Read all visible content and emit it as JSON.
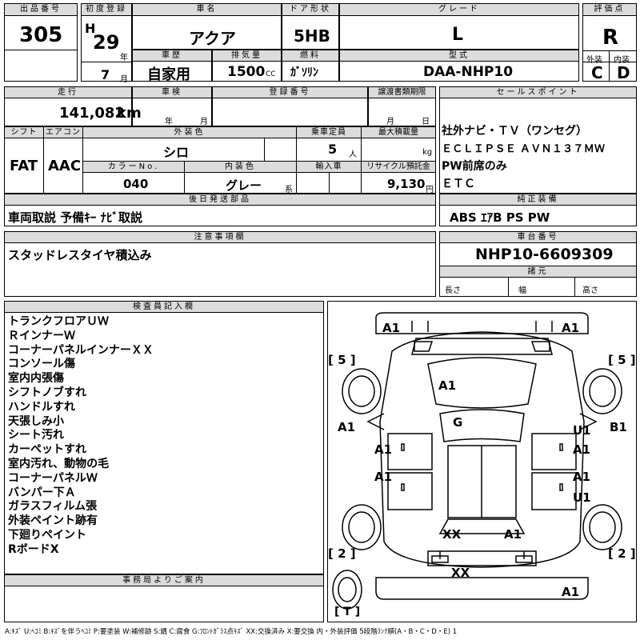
{
  "lot": {
    "label": "出品番号",
    "value": "305"
  },
  "first_reg": {
    "label": "初度登録",
    "era": "H",
    "year": "29",
    "year_unit": "年",
    "month": "7",
    "month_unit": "月"
  },
  "car_name": {
    "label": "車名",
    "value": "アクア"
  },
  "door": {
    "label": "ドア形状",
    "value": "5HB"
  },
  "grade": {
    "label": "グレード",
    "value": "L"
  },
  "score": {
    "label": "評価点",
    "value": "R"
  },
  "history": {
    "label": "車歴",
    "value": "自家用"
  },
  "displacement": {
    "label": "排気量",
    "value": "1500",
    "unit": "CC"
  },
  "fuel": {
    "label": "燃料",
    "value": "ｶﾞｿﾘﾝ"
  },
  "model": {
    "label": "型式",
    "value": "DAA-NHP10"
  },
  "ext_grade": {
    "label": "外装",
    "value": "C"
  },
  "int_grade": {
    "label": "内装",
    "value": "D"
  },
  "mileage": {
    "label": "走行",
    "value": "141,082",
    "unit": "km"
  },
  "inspection": {
    "label": "車検",
    "year_unit": "年",
    "month_unit": "月"
  },
  "reg_no": {
    "label": "登録番号"
  },
  "transfer": {
    "label": "譲渡書類期限",
    "month_unit": "月",
    "day_unit": "日"
  },
  "shift": {
    "label": "シフト",
    "value": "FAT"
  },
  "aircon": {
    "label": "エアコン",
    "value": "AAC"
  },
  "ext_color": {
    "label": "外装色",
    "value": "シロ"
  },
  "capacity": {
    "label": "乗車定員",
    "value": "5",
    "unit": "人"
  },
  "max_load": {
    "label": "最大積載量",
    "unit": "kg"
  },
  "color_no": {
    "label": "カラーNo.",
    "value": "040"
  },
  "int_color": {
    "label": "内装色",
    "value": "グレー",
    "suffix": "系"
  },
  "import": {
    "label": "輸入車"
  },
  "recycle": {
    "label": "リサイクル預託金",
    "value": "9,130",
    "unit": "円"
  },
  "post_parts": {
    "label": "後日発送部品",
    "value": "車両取説 予備ｷｰ ﾅﾋﾞ取説"
  },
  "sales": {
    "label": "セールスポイント",
    "lines": [
      "社外ナビ・ＴＶ（ワンセグ）",
      "ＥＣＬＩＰＳＥ ＡＶＮ１３７ＭＷ",
      "PW前席のみ",
      "ＥＴＣ"
    ]
  },
  "equipment": {
    "label": "純正装備",
    "value": "ABS ｴｱB PS PW"
  },
  "caution": {
    "label": "注意事項欄",
    "value": "スタッドレスタイヤ積込み"
  },
  "chassis": {
    "label": "車台番号",
    "value": "NHP10-6609309"
  },
  "specs": {
    "label": "諸元",
    "length": "長さ",
    "width": "幅",
    "height": "高さ"
  },
  "inspector": {
    "label": "検査員記入欄",
    "notes": [
      "トランクフロアＵＷ",
      "ＲインナーＷ",
      "コーナーパネルインナーＸＸ",
      "コンソール傷",
      "室内内張傷",
      "シフトノブすれ",
      "ハンドルすれ",
      "天張しみ小",
      "シート汚れ",
      "カーペットすれ",
      "室内汚れ、動物の毛",
      "コーナーパネルＷ",
      "バンパー下Ａ",
      "ガラスフィルム張",
      "外装ペイント跡有",
      "下廻りペイント",
      "RボードX"
    ]
  },
  "office": {
    "label": "事務局よりご案内"
  },
  "legend": "A:ｷｽﾞ U:ﾍｺﾐ B:ｷｽﾞを伴うﾍｺﾐ P:要塗装 W:補修跡 S:錆 C:腐食 G:ﾌﾛﾝﾄｶﾞﾗｽ点ｷｽﾞ XX:交換済み X:要交換 内・外装評価 5段階ﾗﾝｸ順(A・B・C・D・E) 1",
  "diagram": {
    "brackets": {
      "fl": "[ 5 ]",
      "fr": "[ 5 ]",
      "rl": "[ 2 ]",
      "rr": "[ 2 ]",
      "t": "[ T ]"
    },
    "marks": {
      "front_left": "A1",
      "front_right": "A1",
      "hood": "A1",
      "windshield": "G",
      "fender_left": "A1",
      "fender_right": "B1",
      "door_fl": "A1",
      "door_fr_u": "U1",
      "door_fr_a": "A1",
      "door_rl": "A1",
      "door_rr_a": "A1",
      "door_rr_u": "U1",
      "rear_left": "XX",
      "rear_right": "A1",
      "rear_bumper": "XX",
      "rear_corner": "A1"
    }
  }
}
